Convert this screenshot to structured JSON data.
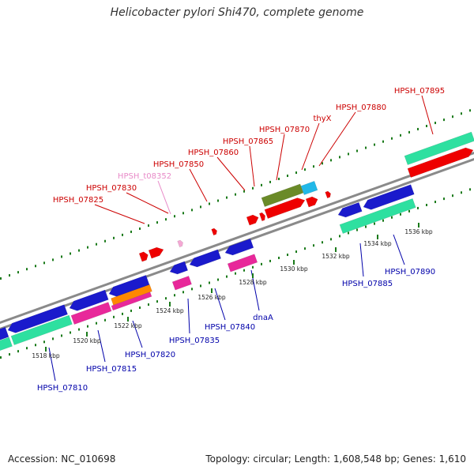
{
  "title": "Helicobacter pylori Shi470, complete genome",
  "footer": {
    "accession": "Accession: NC_010698",
    "summary": "Topology: circular; Length: 1,608,548 bp; Genes: 1,610"
  },
  "colors": {
    "label_forward": "#cc0000",
    "label_reverse": "#0000aa",
    "label_trna": "#e88ac8",
    "backbone": "#8a8a8a",
    "tick": "#1a7a1a"
  },
  "scale": {
    "ticks": [
      "1518 kbp",
      "1520 kbp",
      "1522 kbp",
      "1524 kbp",
      "1526 kbp",
      "1528 kbp",
      "1530 kbp",
      "1532 kbp",
      "1534 kbp",
      "1536 kbp"
    ]
  },
  "labels_forward": [
    "HPSH_07825",
    "HPSH_07830",
    "HPSH_t08352",
    "HPSH_07850",
    "HPSH_07860",
    "HPSH_07865",
    "HPSH_07870",
    "thyX",
    "HPSH_07880",
    "HPSH_07895"
  ],
  "labels_reverse": [
    "HPSH_07810",
    "HPSH_07815",
    "HPSH_07820",
    "HPSH_07835",
    "HPSH_07840",
    "dnaA",
    "HPSH_07885",
    "HPSH_07890"
  ]
}
